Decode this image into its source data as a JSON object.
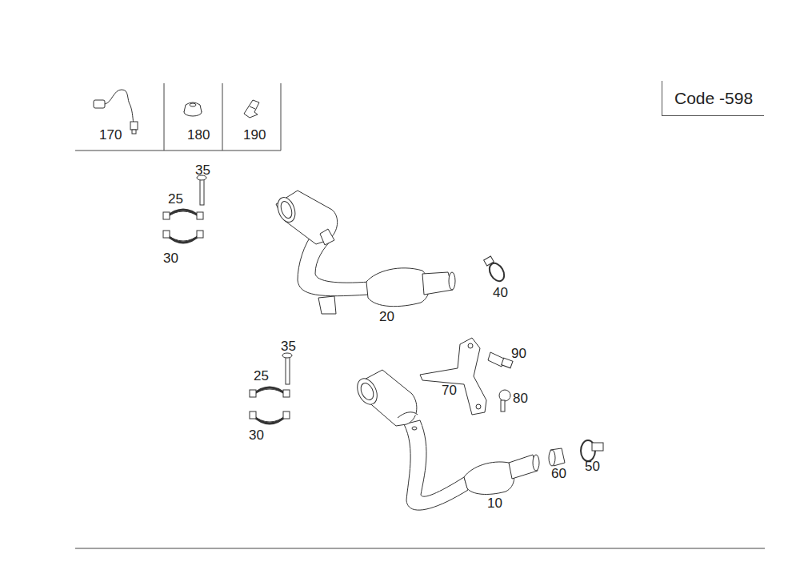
{
  "diagram": {
    "nodes": [
      {
        "text": [
          "Code -598"
        ]
      }
    ],
    "labels": [
      "170",
      "180",
      "190",
      "35",
      "25",
      "30",
      "40",
      "20",
      "35",
      "90",
      "25",
      "70",
      "80",
      "30",
      "60",
      "50",
      "10"
    ]
  }
}
